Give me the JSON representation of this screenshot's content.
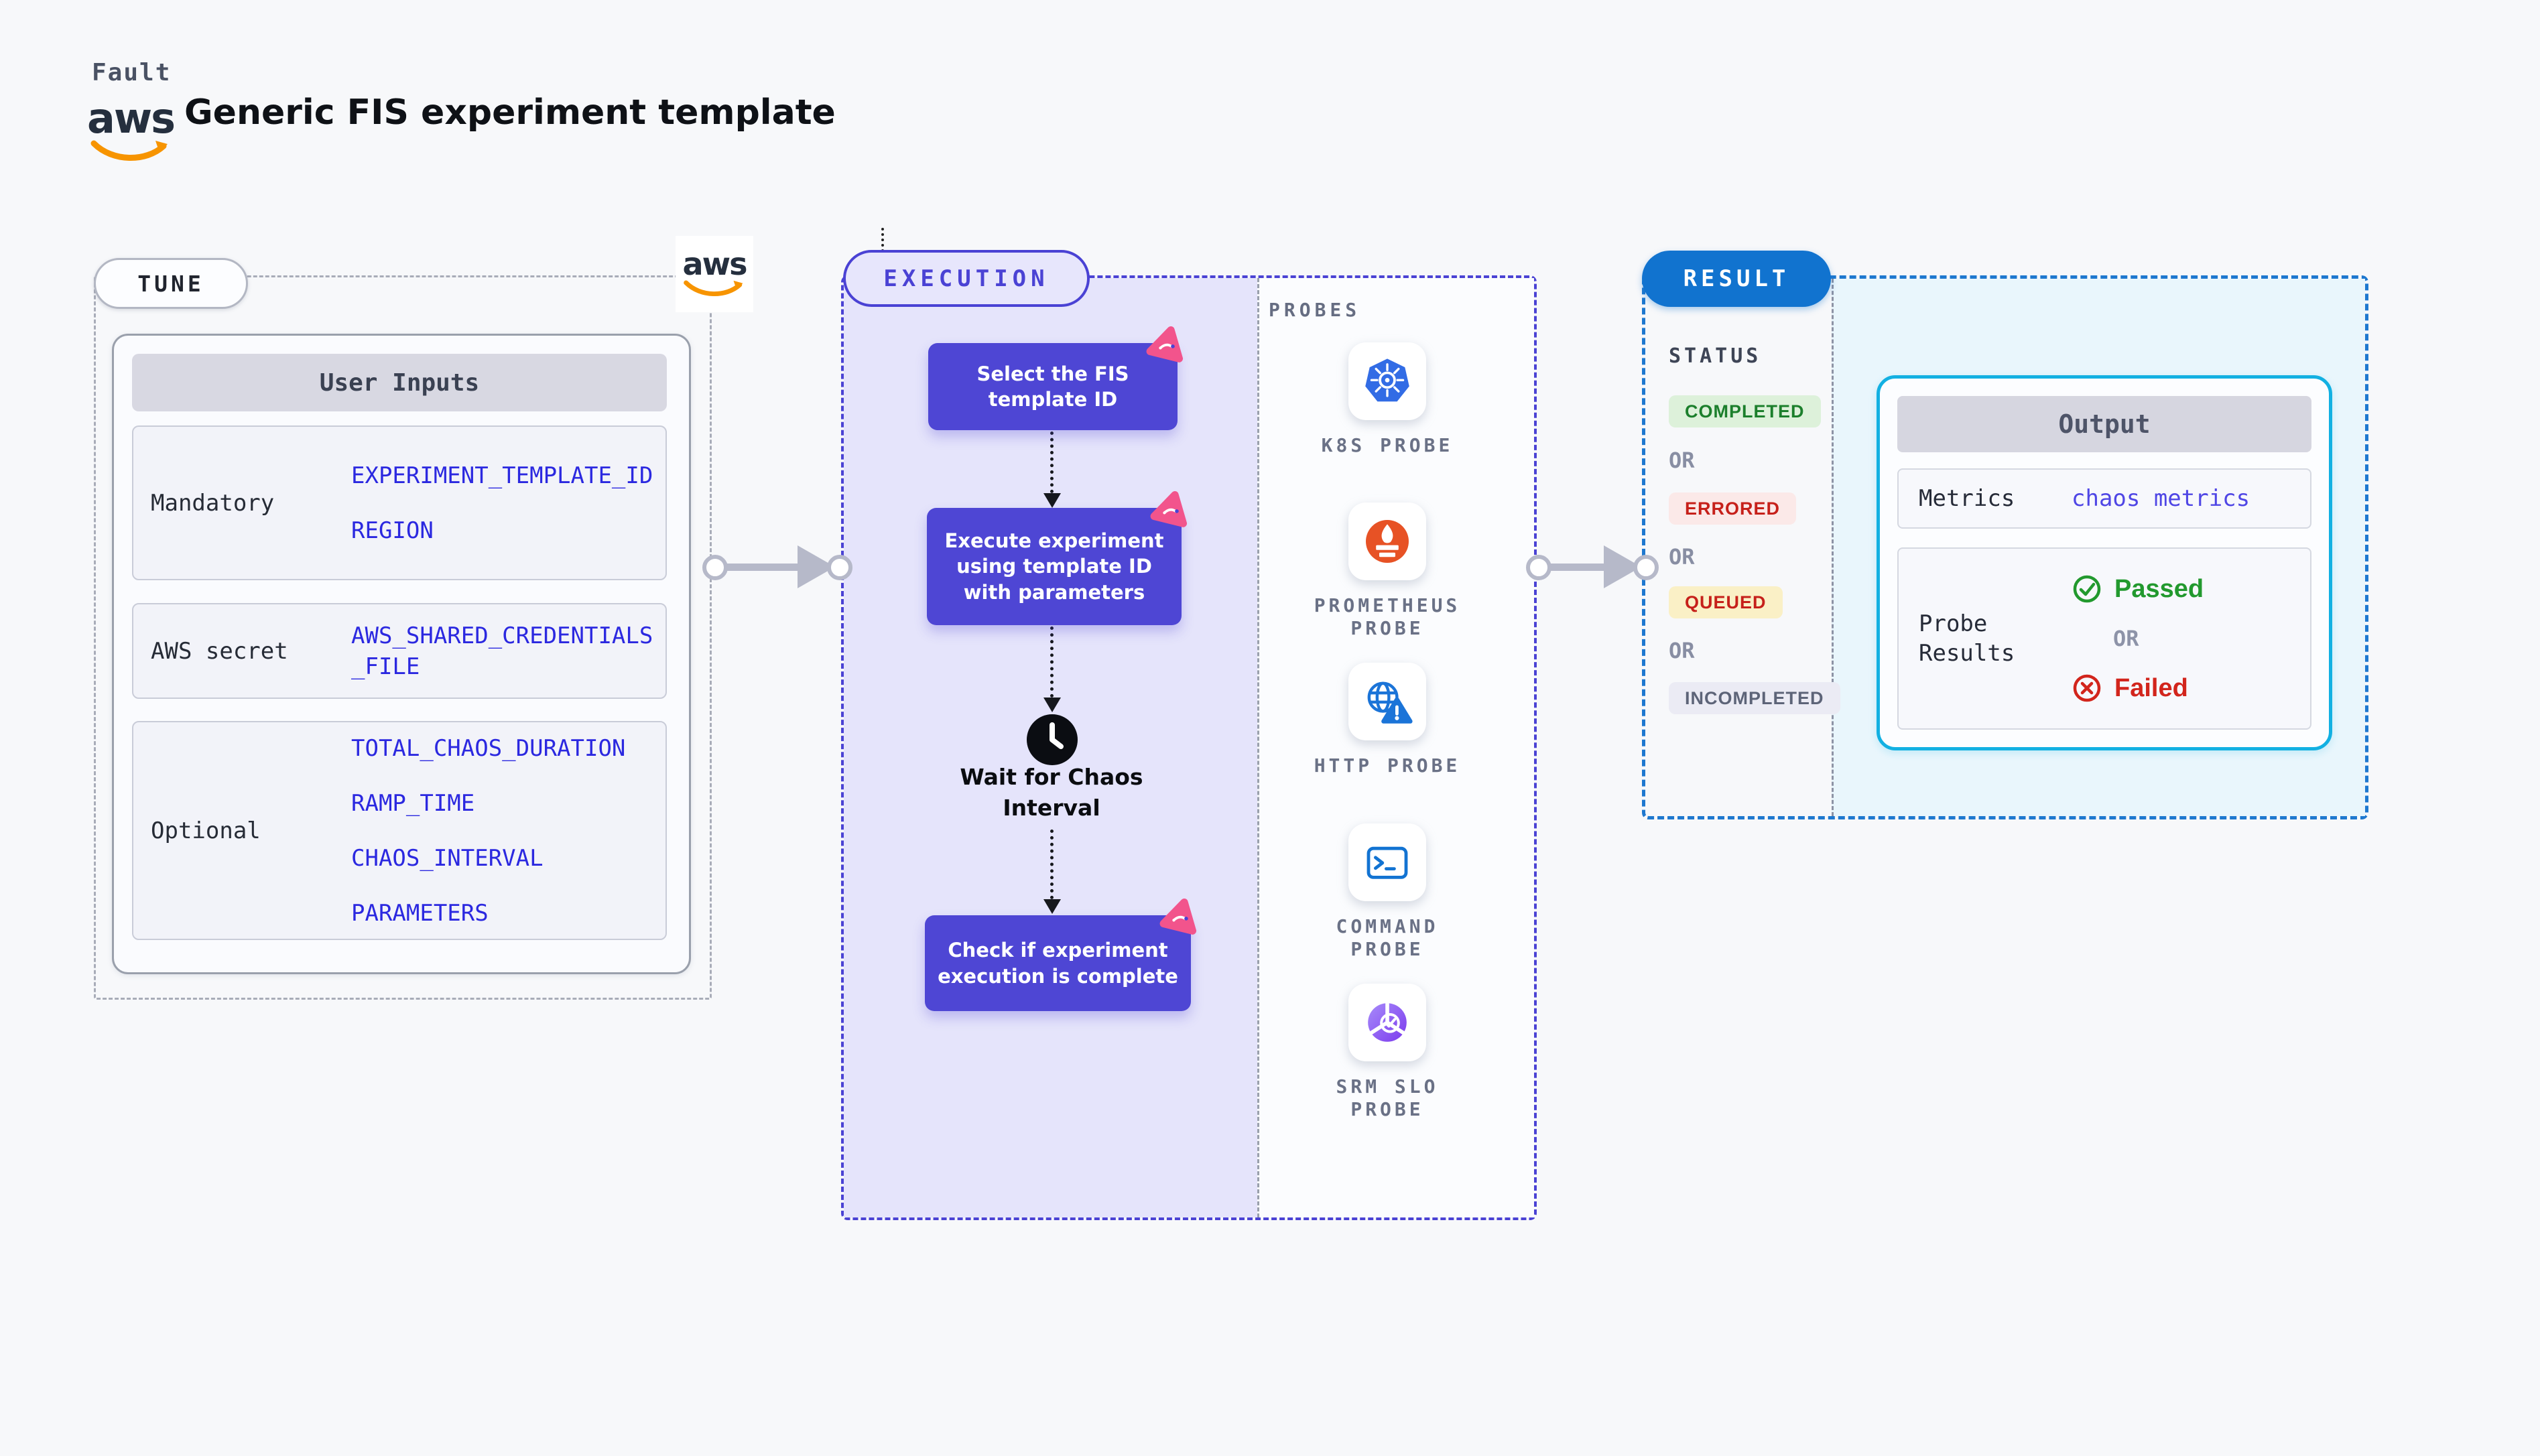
{
  "header": {
    "brand": "Fault",
    "aws_text": "aws",
    "title": "Generic FIS experiment template"
  },
  "tune": {
    "label": "TUNE",
    "aws_text": "aws",
    "table": {
      "header": "User Inputs",
      "rows": [
        {
          "label": "Mandatory",
          "values": [
            "EXPERIMENT_TEMPLATE_ID",
            "REGION"
          ]
        },
        {
          "label": "AWS secret",
          "values": [
            "AWS_SHARED_CREDENTIALS_FILE"
          ]
        },
        {
          "label": "Optional",
          "values": [
            "TOTAL_CHAOS_DURATION",
            "RAMP_TIME",
            "CHAOS_INTERVAL",
            "PARAMETERS"
          ]
        }
      ]
    }
  },
  "execution": {
    "label": "EXECUTION",
    "steps": [
      "Select the FIS template ID",
      "Execute experiment using template ID with parameters",
      "Check if experiment execution is complete"
    ],
    "wait_step": "Wait for Chaos Interval",
    "probes": {
      "label": "PROBES",
      "items": [
        {
          "label": "K8S PROBE",
          "icon": "kubernetes-icon"
        },
        {
          "label": "PROMETHEUS PROBE",
          "icon": "prometheus-icon"
        },
        {
          "label": "HTTP PROBE",
          "icon": "globe-warning-icon"
        },
        {
          "label": "COMMAND PROBE",
          "icon": "terminal-icon"
        },
        {
          "label": "SRM SLO PROBE",
          "icon": "slo-pie-check-icon"
        }
      ]
    }
  },
  "result": {
    "label": "RESULT",
    "status": {
      "label": "STATUS",
      "or": "OR",
      "badges": [
        {
          "text": "COMPLETED",
          "type": "success"
        },
        {
          "text": "ERRORED",
          "type": "error"
        },
        {
          "text": "QUEUED",
          "type": "queued"
        },
        {
          "text": "INCOMPLETED",
          "type": "incomplete"
        }
      ]
    },
    "output": {
      "header": "Output",
      "rows": {
        "metrics_label": "Metrics",
        "metrics_value": "chaos metrics",
        "probe_label": "Probe Results",
        "passed": "Passed",
        "or": "OR",
        "failed": "Failed"
      }
    }
  },
  "colors": {
    "accent_indigo": "#4a42d4",
    "accent_blue": "#1173cf",
    "accent_cyan": "#12b0e2",
    "step_purple": "#4e46d4",
    "value_blue": "#2b28e0",
    "success_green": "#1c7f2c",
    "error_red": "#c6201a",
    "aws_orange": "#f79400"
  }
}
